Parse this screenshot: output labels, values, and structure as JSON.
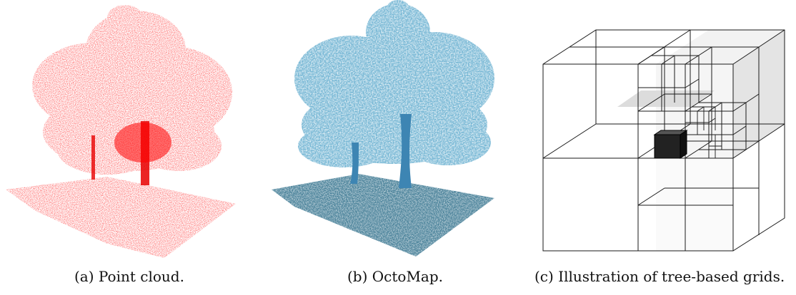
{
  "figure": {
    "captions": [
      "(a) Point cloud.",
      "(b) OctoMap.",
      "(c) Illustration of tree-based grids."
    ]
  },
  "colors": {
    "point_cloud": "#ff1a1a",
    "octomap": "#2e78a8",
    "octomap_dark": "#0f3550",
    "occupied_cell": "#222222",
    "grid_line": "#1a1a1a",
    "shaded_face": "#e4e4e4",
    "light_face": "#f3f3f3"
  }
}
